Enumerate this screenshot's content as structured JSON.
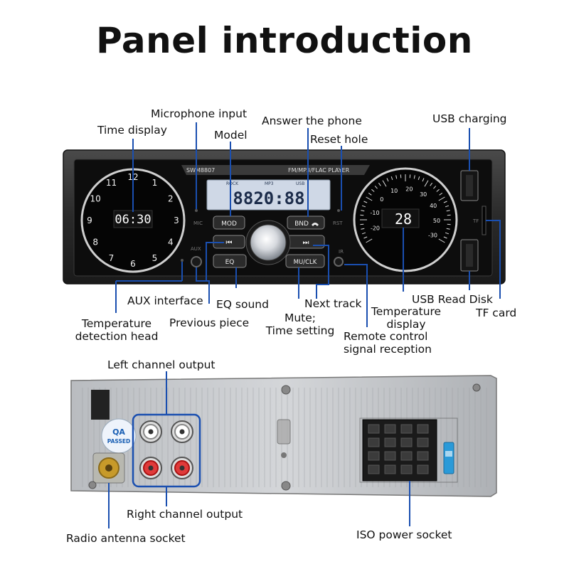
{
  "title": "Panel introduction",
  "labels": {
    "microphone_input": "Microphone input",
    "answer_phone": "Answer the phone",
    "usb_charging": "USB charging",
    "time_display": "Time display",
    "model": "Model",
    "reset_hole": "Reset hole",
    "aux_interface": "AUX interface",
    "eq_sound": "EQ sound",
    "next_track": "Next track",
    "usb_read_disk": "USB Read Disk",
    "tf_card": "TF card",
    "temp_detection_l1": "Temperature",
    "temp_detection_l2": "detection head",
    "previous_piece": "Previous piece",
    "mute_l1": "Mute;",
    "mute_l2": "Time setting",
    "temp_display_l1": "Temperature",
    "temp_display_l2": "display",
    "remote_l1": "Remote control",
    "remote_l2": "signal reception",
    "left_channel": "Left channel output",
    "right_channel": "Right channel output",
    "antenna": "Radio antenna socket",
    "iso_power": "ISO power socket"
  },
  "front_panel": {
    "model_text": "SWM8807",
    "player_text": "FM/MP3/FLAC PLAYER",
    "lcd_tags": [
      "ROCK",
      "MP3",
      "USB"
    ],
    "lcd_value": "8820:88",
    "clock_time": "06:30",
    "clock_numbers": [
      "12",
      "1",
      "2",
      "3",
      "4",
      "5",
      "6",
      "7",
      "8",
      "9",
      "10",
      "11"
    ],
    "buttons": {
      "mod": "MOD",
      "bnd": "BND",
      "prev": "⏮",
      "next": "⏭",
      "eq": "EQ",
      "mu": "MU/CLK"
    },
    "small_marks": {
      "mic": "MIC",
      "aux": "AUX",
      "rst": "RST",
      "ir": "IR",
      "tf": "TF"
    },
    "temp_digits": "28",
    "gauge_numbers": [
      "-20",
      "-10",
      "0",
      "10",
      "20",
      "30",
      "40",
      "50",
      "-30"
    ]
  },
  "back_panel": {
    "badge_l1": "QA",
    "badge_l2": "PASSED"
  }
}
